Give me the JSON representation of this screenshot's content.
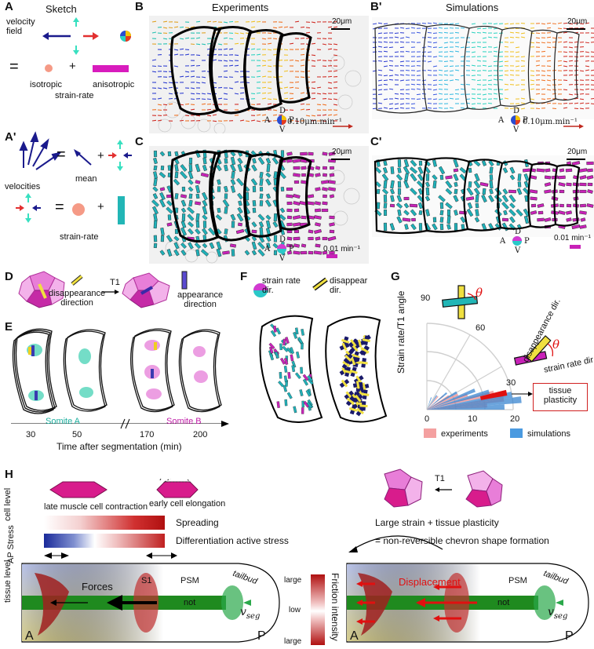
{
  "panel_letters": {
    "A": "A",
    "A_prime": "A'",
    "B": "B",
    "B_prime": "B'",
    "C": "C",
    "C_prime": "C'",
    "D": "D",
    "E": "E",
    "F": "F",
    "G": "G",
    "H": "H"
  },
  "headers": {
    "sketch": "Sketch",
    "experiments": "Experiments",
    "simulations": "Simulations"
  },
  "panel_A": {
    "velocity_field": "velocity field",
    "equals": "=",
    "plus": "+",
    "isotropic": "isotropic",
    "anisotropic": "anisotropic",
    "strain_rate": "strain-rate"
  },
  "panel_A_prime": {
    "velocities": "velocities",
    "mean": "mean",
    "strain_rate": "strain-rate",
    "equals": "=",
    "plus": "+"
  },
  "panel_B": {
    "scale": "20μm",
    "speed_scale": "0.10μm.min⁻¹",
    "compass": {
      "D": "D",
      "A": "A",
      "P": "P",
      "V": "V"
    }
  },
  "panel_C": {
    "scale": "20μm",
    "rate_scale": "0.01 min⁻¹"
  },
  "panel_D": {
    "disappearance": "disappearance\ndirection",
    "t1": "T1",
    "appearance": "appearance\ndirection"
  },
  "panel_E": {
    "somite_a": "Somite A",
    "somite_b": "Somite B",
    "ticks": [
      "30",
      "50",
      "170",
      "200"
    ],
    "xlabel": "Time after segmentation (min)"
  },
  "panel_F": {
    "strain_rate_dir": "strain rate\ndir.",
    "disappear_dir": "disappear\ndir."
  },
  "chart_data": {
    "type": "polar-histogram",
    "ylabel": "Strain rate/T1 angle",
    "angle_ticks": [
      "90",
      "60",
      "30"
    ],
    "radial_ticks": [
      "0",
      "10",
      "20"
    ],
    "symbol": "θ",
    "annotations": [
      "disappearance dir.",
      "strain rate dir.",
      "tissue\nplasticity"
    ],
    "series": [
      {
        "name": "experiments",
        "color": "#f08a8a"
      },
      {
        "name": "simulations",
        "color": "#3a86d0"
      }
    ]
  },
  "panel_H": {
    "cell_level": "cell level",
    "late_contraction": "late muscle cell contraction",
    "early_elongation": "early cell elongation",
    "t1": "T1",
    "ap_stress": "AP Stress",
    "spreading": "Spreading",
    "diff_stress": "Differentiation active stress",
    "large_strain": "Large strain + tissue plasticity",
    "chevron": "= non-reversible chevron shape formation",
    "tissue_level": "tissue level",
    "forces": "Forces",
    "displacement": "Displacement",
    "s1": "S1",
    "psm": "PSM",
    "tailbud": "tailbud",
    "not": "not",
    "vseg": "v",
    "vseg_sub": "seg",
    "A": "A",
    "P": "P",
    "friction_label": "Friction intensity",
    "friction_ticks": [
      "large",
      "low",
      "large"
    ]
  }
}
